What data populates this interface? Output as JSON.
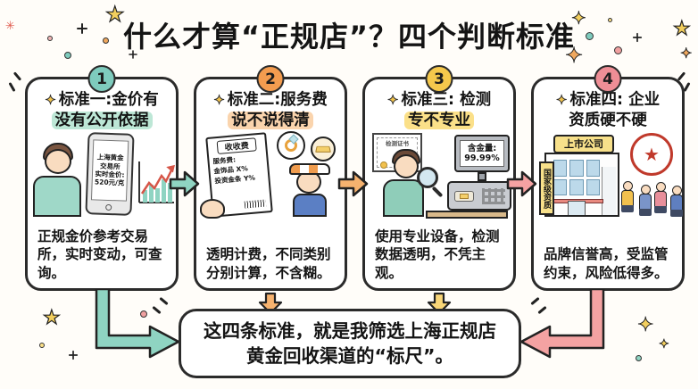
{
  "title": "什么才算“正规店”？四个判断标准",
  "cards": [
    {
      "number": "1",
      "title_line1": "标准一:金价有",
      "title_line2": "没有公开依据",
      "description": "正规金价参考交易所，实时变动，可查询。",
      "phone_lines": [
        "上海黄金",
        "交易所",
        "实时金价:",
        "520元/克"
      ]
    },
    {
      "number": "2",
      "title_line1": "标准二:服务费",
      "title_line2": "说不说得清",
      "description": "透明计费，不同类别分别计算，不含糊。",
      "receipt": {
        "header": "收收费",
        "line1": "服务费:",
        "line2": "金饰品 X%",
        "line3": "投资金条 Y%"
      }
    },
    {
      "number": "3",
      "title_line1": "标准三: 检测",
      "title_line2": "专不专业",
      "description": "使用专业设备，检测数据透明，不凭主观。",
      "certificate_label": "检测证书",
      "machine_screen": {
        "line1": "含金量:",
        "line2": "99.99%"
      }
    },
    {
      "number": "4",
      "title_line1": "标准四: 企业",
      "title_line2": "资质硬不硬",
      "description": "品牌信誉高，受监管约束，风险低得多。",
      "building_sign": "上市公司",
      "banner": "国家级资质"
    }
  ],
  "conclusion": "这四条标准，就是我筛选上海正规店黄金回收渠道的“标尺”。",
  "icons": {
    "diamond": "✦",
    "star": "★",
    "sparkle": "✦",
    "seal_star": "★"
  },
  "colors": {
    "teal": "#8fd4c2",
    "orange": "#f6b26f",
    "yellow": "#f9d678",
    "pink": "#f4a2a2",
    "badge_teal": "#7ecbbd",
    "badge_orange": "#f39c4f",
    "badge_yellow": "#f5c84c",
    "badge_pink": "#ef8e96",
    "highlight_teal": "#bde7d6",
    "highlight_peach": "#fad4ad",
    "highlight_yellow": "#fbe089",
    "outline": "#2b2b2b",
    "seal_red": "#c0392b"
  }
}
